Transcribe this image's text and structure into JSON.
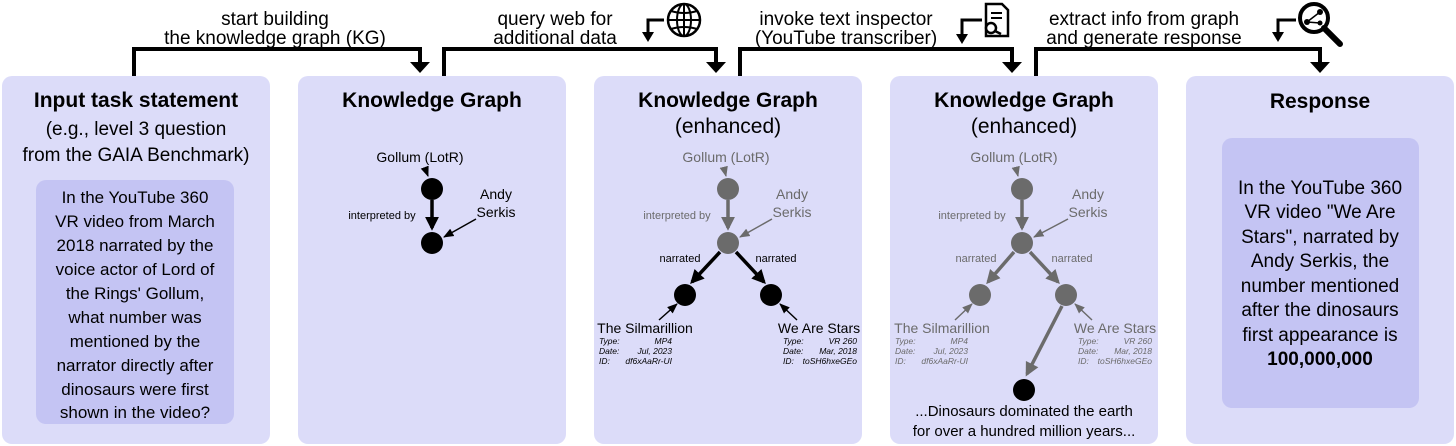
{
  "steps": [
    {
      "line1": "start building",
      "line2": "the knowledge graph (KG)",
      "icon": "none"
    },
    {
      "line1": "query web for",
      "line2": "additional data",
      "icon": "globe-icon"
    },
    {
      "line1": "invoke text inspector",
      "line2": "(YouTube transcriber)",
      "icon": "document-search-icon"
    },
    {
      "line1": "extract info from graph",
      "line2": "and generate response",
      "icon": "graph-magnifier-icon"
    }
  ],
  "panels": {
    "input": {
      "title": "Input task statement",
      "subtitle1": "(e.g., level 3 question",
      "subtitle2": "from the GAIA Benchmark)",
      "question_lines": [
        "In the YouTube 360",
        "VR video from March",
        "2018 narrated by the",
        "voice actor of Lord of",
        "the Rings' Gollum,",
        "what number was",
        "mentioned by the",
        "narrator directly after",
        "dinosaurs were first",
        "shown in the video?"
      ]
    },
    "kg1": {
      "title": "Knowledge Graph"
    },
    "kg2": {
      "title": "Knowledge Graph",
      "subtitle": "(enhanced)"
    },
    "kg3": {
      "title": "Knowledge Graph",
      "subtitle": "(enhanced)"
    },
    "response": {
      "title": "Response",
      "lines": [
        "In the YouTube 360",
        "VR video \"We Are",
        "Stars\", narrated by",
        "Andy Serkis, the",
        "number mentioned",
        "after the dinosaurs",
        "first appearance is"
      ],
      "answer": "100,000,000"
    }
  },
  "graph": {
    "gollum": "Gollum (LotR)",
    "andy1": "Andy",
    "andy2": "Serkis",
    "interpreted_by": "interpreted by",
    "narrated": "narrated",
    "silmarillion": {
      "title": "The Silmarillion",
      "type_key": "Type:",
      "type_val": "MP4",
      "date_key": "Date:",
      "date_val": "Jul, 2023",
      "id_key": "ID:",
      "id_val": "df6xAaRr-UI"
    },
    "stars": {
      "title": "We Are Stars",
      "type_key": "Type:",
      "type_val": "VR 260",
      "date_key": "Date:",
      "date_val": "Mar, 2018",
      "id_key": "ID:",
      "id_val": "toSH6hxeGEo"
    },
    "transcript1": "...Dinosaurs dominated the earth",
    "transcript2": "for over a hundred million years..."
  },
  "colors": {
    "panel": "#dcdcf9",
    "inner_box": "#c4c4f3",
    "active": "#000000",
    "faded": "#6b6b6b"
  }
}
